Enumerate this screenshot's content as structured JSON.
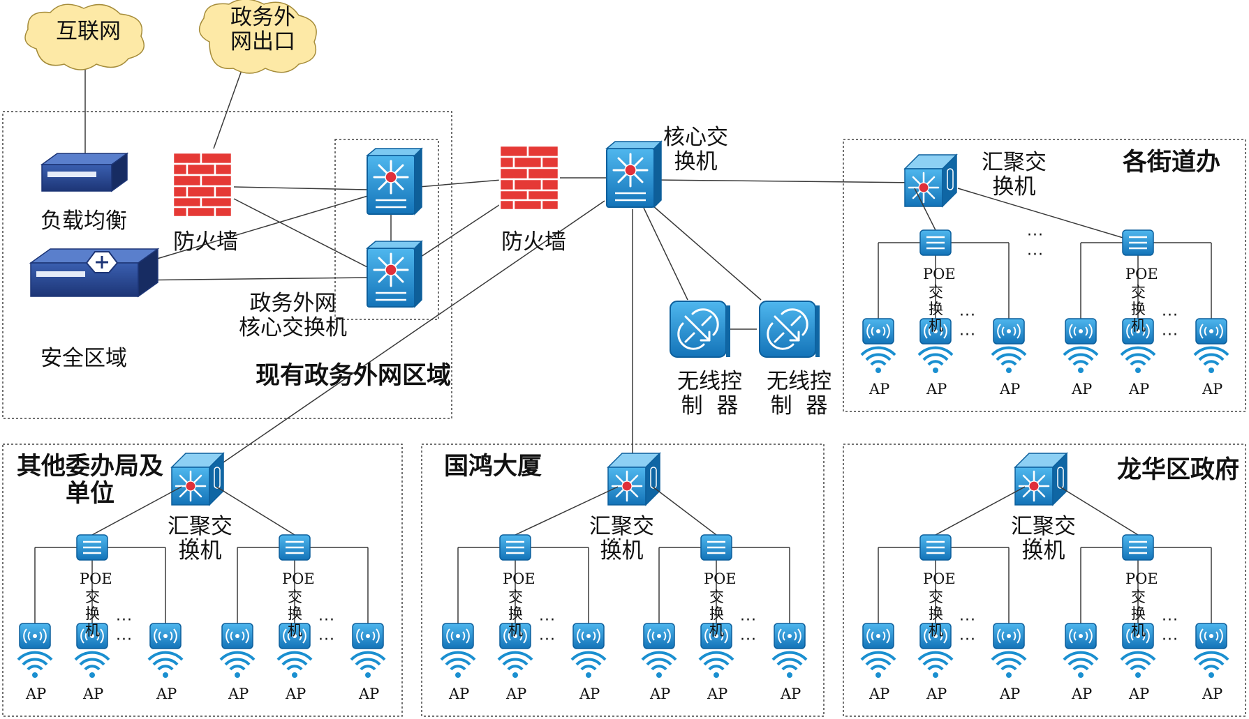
{
  "clouds": {
    "internet": "互联网",
    "gov_exit": "政务外\n网出口"
  },
  "labels": {
    "load_balancer": "负载均衡",
    "security_zone": "安全区域",
    "firewall_left": "防火墙",
    "firewall_mid": "防火墙",
    "gov_core_switch": "政务外网\n核心交换机",
    "existing_region": "现有政务外网区域",
    "core_switch": "核心交\n换机",
    "wireless_controller_1": "无线控\n制  器",
    "wireless_controller_2": "无线控\n制  器"
  },
  "regions": {
    "streets": {
      "title": "各街道办",
      "agg": "汇聚交\n换机"
    },
    "other_bureaus": {
      "title": "其他委办局及\n单位",
      "agg": "汇聚交\n换机"
    },
    "guohong": {
      "title": "国鸿大厦",
      "agg": "汇聚交\n换机"
    },
    "longhua": {
      "title": "龙华区政府",
      "agg": "汇聚交\n换机"
    }
  },
  "leaf": {
    "poe": "POE",
    "poe_char1": "交",
    "poe_char2": "换",
    "poe_char3": "机",
    "ap": "AP",
    "dots": "···"
  },
  "colors": {
    "device_blue": "#1a8fd0",
    "device_dark": "#0c5f9c",
    "firewall_red": "#c62828",
    "cloud_fill": "#fde9a6",
    "line": "#3a3a3a"
  }
}
